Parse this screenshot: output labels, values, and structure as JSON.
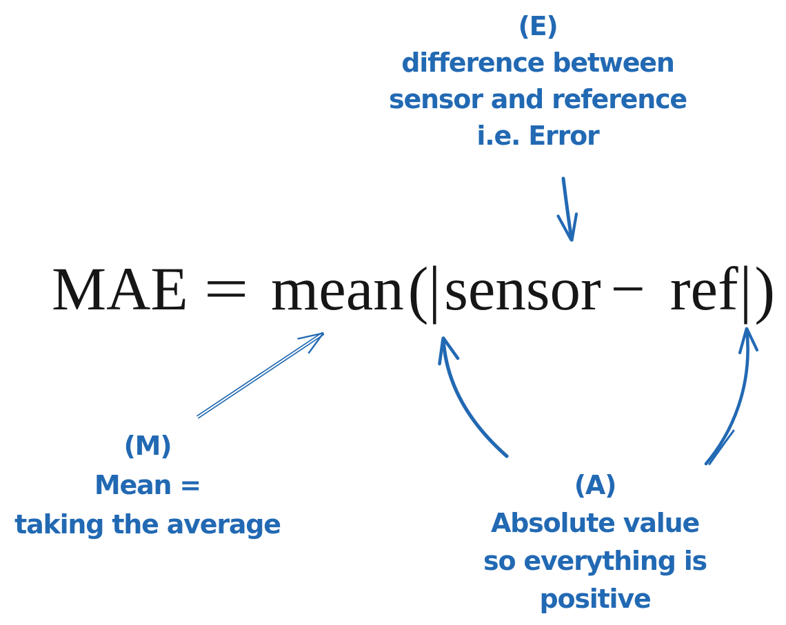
{
  "colors": {
    "ink": "#2269b3",
    "formula": "#161616",
    "background": "#ffffff"
  },
  "formula": {
    "mae": "MAE",
    "equals": "=",
    "func": "mean",
    "open_paren": "(",
    "left_bar": "|",
    "arg_left": "sensor",
    "minus": "−",
    "arg_right": "ref",
    "right_bar": "|",
    "close_paren": ")"
  },
  "annotations": {
    "error": {
      "label": "(E)",
      "lines": [
        "difference between",
        "sensor and reference",
        "i.e. Error"
      ]
    },
    "mean": {
      "label": "(M)",
      "lines": [
        "Mean =",
        "taking the average"
      ]
    },
    "absolute": {
      "label": "(A)",
      "lines": [
        "Absolute value",
        "so everything is",
        "positive"
      ]
    }
  },
  "arrows": {
    "error_arrow": {
      "shape": "straight-down-arrow",
      "points_to": "sensor − ref"
    },
    "mean_arrow": {
      "shape": "double-line-up-right-arrow",
      "points_to": "mean"
    },
    "absolute_left_arrow": {
      "shape": "curved-up-arrow",
      "points_to": "left absolute-value bar"
    },
    "absolute_right_arrow": {
      "shape": "curved-up-arrow",
      "points_to": "right absolute-value bar"
    }
  }
}
